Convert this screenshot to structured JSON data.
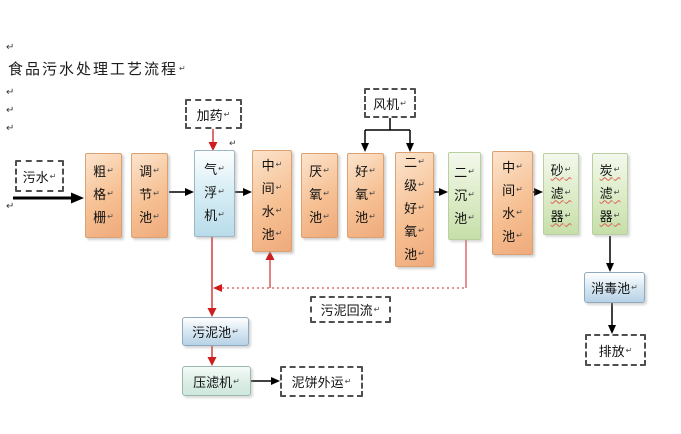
{
  "title": "食品污水处理工艺流程",
  "return_mark": "↵",
  "nodes": {
    "wastewater": "污水",
    "coarse_screen": "粗格栅",
    "regulating_tank": "调节池",
    "dosing": "加药",
    "air_flotation": "气浮机",
    "intermediate_tank_1": "中间水池",
    "anaerobic_tank": "厌氧池",
    "aerobic_tank": "好氧池",
    "blower": "风机",
    "secondary_aerobic_tank": "二级好氧池",
    "secondary_sedimentation_tank": "二沉池",
    "intermediate_tank_2": "中间水池",
    "sand_filter": "砂滤器",
    "carbon_filter": "炭滤器",
    "disinfection_tank": "消毒池",
    "discharge": "排放",
    "sludge_tank": "污泥池",
    "filter_press": "压滤机",
    "sludge_cake_out": "泥饼外运",
    "sludge_return": "污泥回流"
  },
  "colors": {
    "process_box_orange": "#f6c093",
    "process_box_blue": "#b9dcea",
    "process_box_green": "#c6dfa9",
    "sludge_box_blue": "#b7d2e6",
    "filter_press_mint": "#d9ece4",
    "arrow_black": "#000000",
    "arrow_red": "#cf1d1d",
    "dashed_border": "#4f4f4f",
    "background": "#ffffff"
  }
}
